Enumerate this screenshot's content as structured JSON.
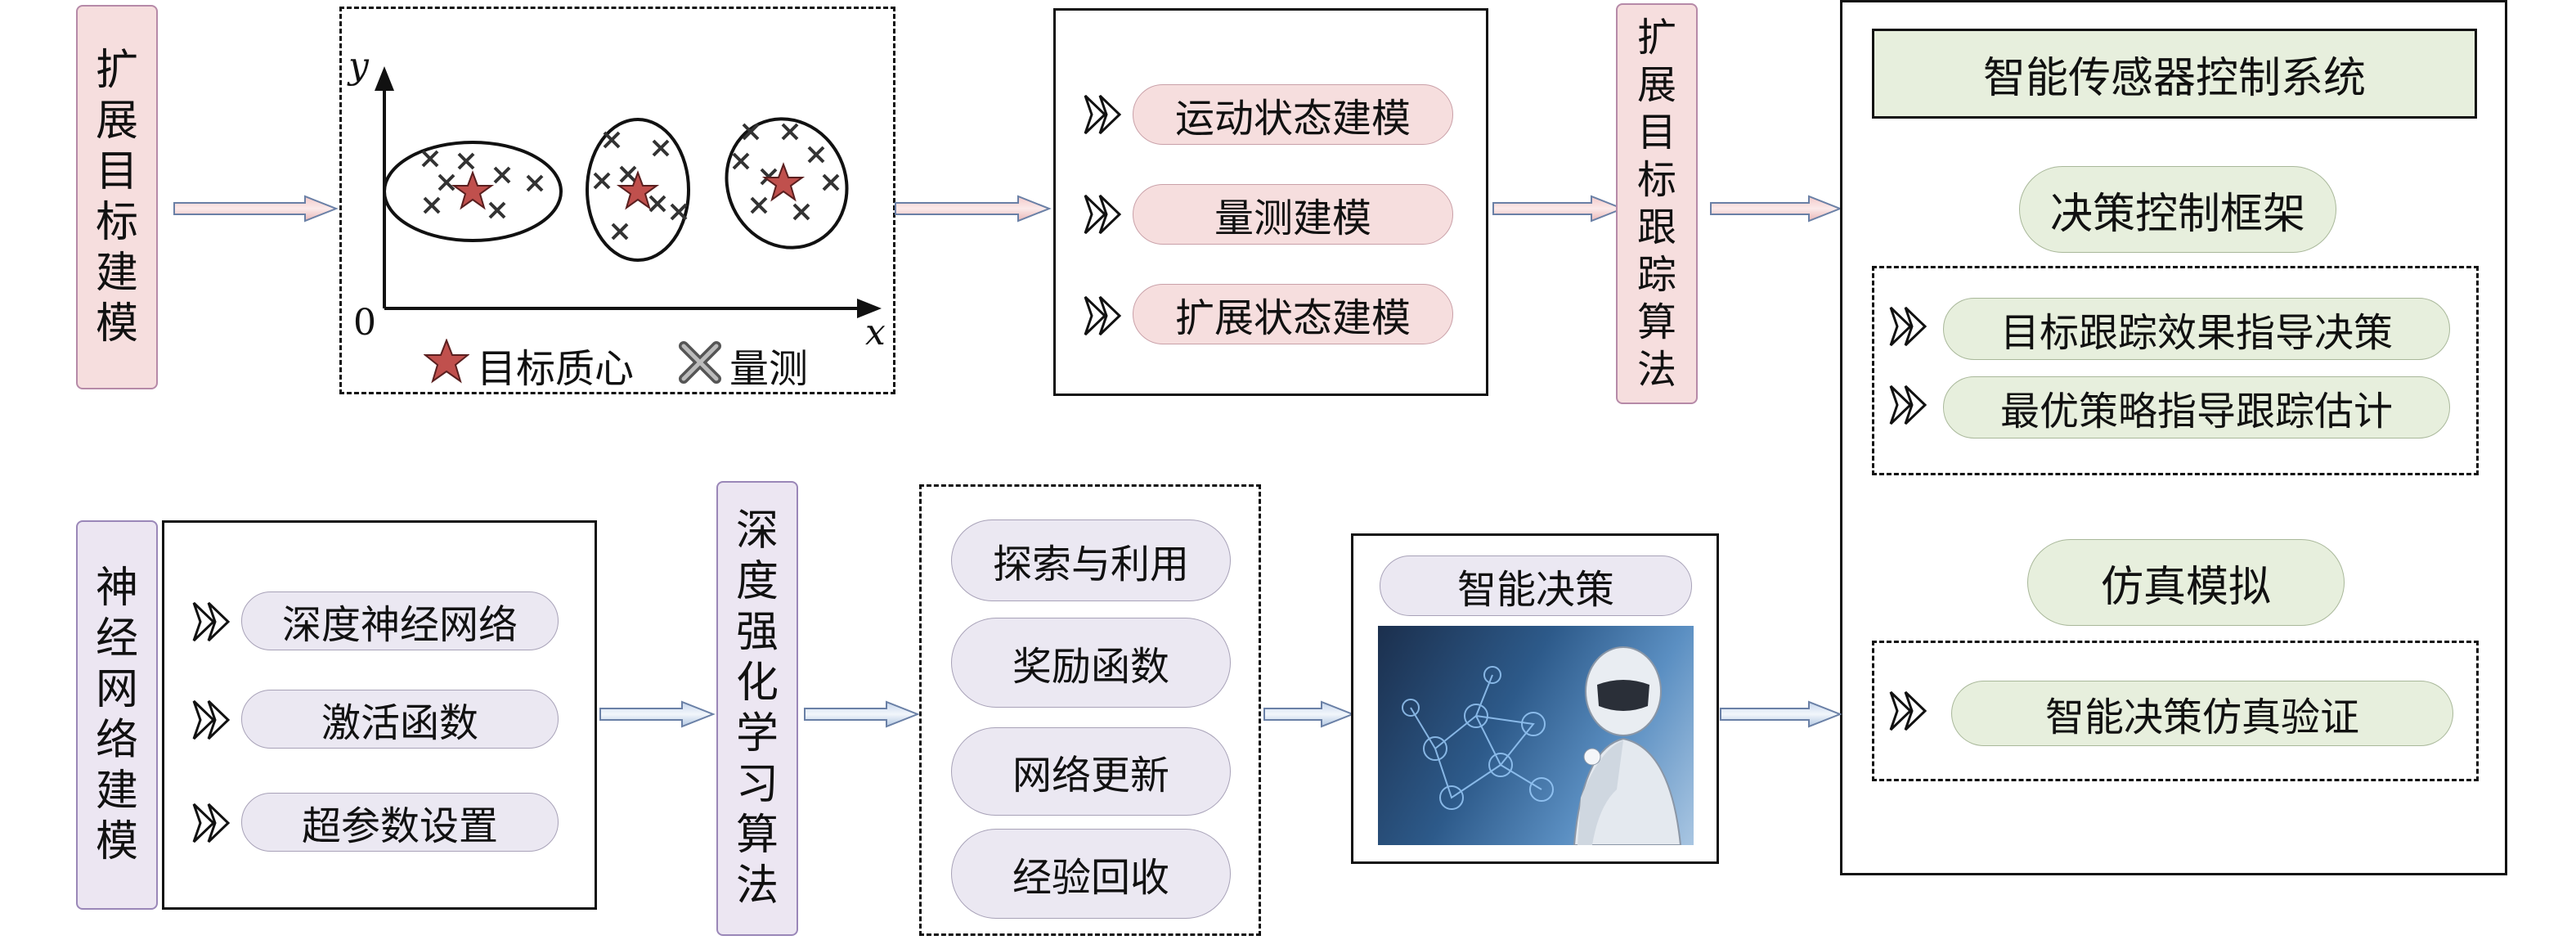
{
  "top": {
    "tab_left": "扩展目标建模",
    "scatter": {
      "y_axis": "y",
      "x_axis": "x",
      "origin": "0",
      "legend_centroid": "目标质心",
      "legend_measure": "量测"
    },
    "modeling_items": [
      "运动状态建模",
      "量测建模",
      "扩展状态建模"
    ],
    "tab_right": "扩展目标跟踪算法"
  },
  "system": {
    "title": "智能传感器控制系统",
    "decision_framework": "决策控制框架",
    "decision_items": [
      "目标跟踪效果指导决策",
      "最优策略指导跟踪估计"
    ],
    "simulation": "仿真模拟",
    "simulation_items": [
      "智能决策仿真验证"
    ]
  },
  "bottom": {
    "tab_nn": "神经网络建模",
    "nn_items": [
      "深度神经网络",
      "激活函数",
      "超参数设置"
    ],
    "tab_drl": "深度强化学习算法",
    "drl_items": [
      "探索与利用",
      "奖励函数",
      "网络更新",
      "经验回收"
    ],
    "decision_title": "智能决策"
  },
  "colors": {
    "pink": "#f6dede",
    "lavender": "#ebe8f2",
    "green": "#e7efdd",
    "centroid_star": "#c0504d"
  }
}
